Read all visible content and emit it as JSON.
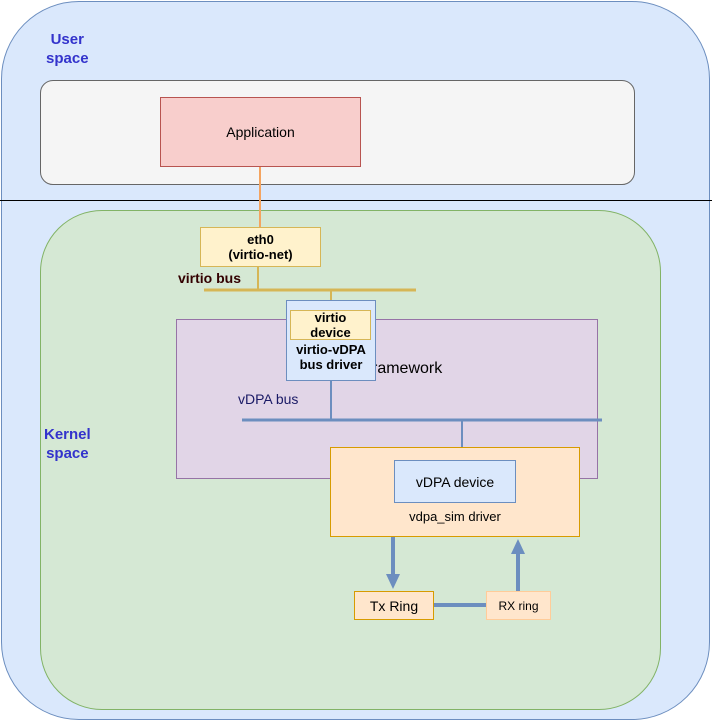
{
  "regions": {
    "user_space_label": "User\nspace",
    "kernel_space_label": "Kernel\nspace"
  },
  "nodes": {
    "application": "Application",
    "eth0": "eth0\n(virtio-net)",
    "virtio_device": "virtio\ndevice",
    "virtio_vdpa_bus_driver": "virtio-vDPA\nbus driver",
    "framework": "ramework",
    "vdpa_device": "vDPA device",
    "vdpa_sim_driver": "vdpa_sim driver",
    "tx_ring": "Tx Ring",
    "rx_ring": "RX ring"
  },
  "buses": {
    "virtio_bus": "virtio bus",
    "vdpa_bus": "vDPA bus"
  },
  "colors": {
    "user_label": "#3333cc",
    "virtio_bus_line": "#d6b656",
    "app_connector": "#f4a460",
    "vdpa_bus_line": "#6c8ebf",
    "ring_arrows": "#6c8ebf"
  }
}
